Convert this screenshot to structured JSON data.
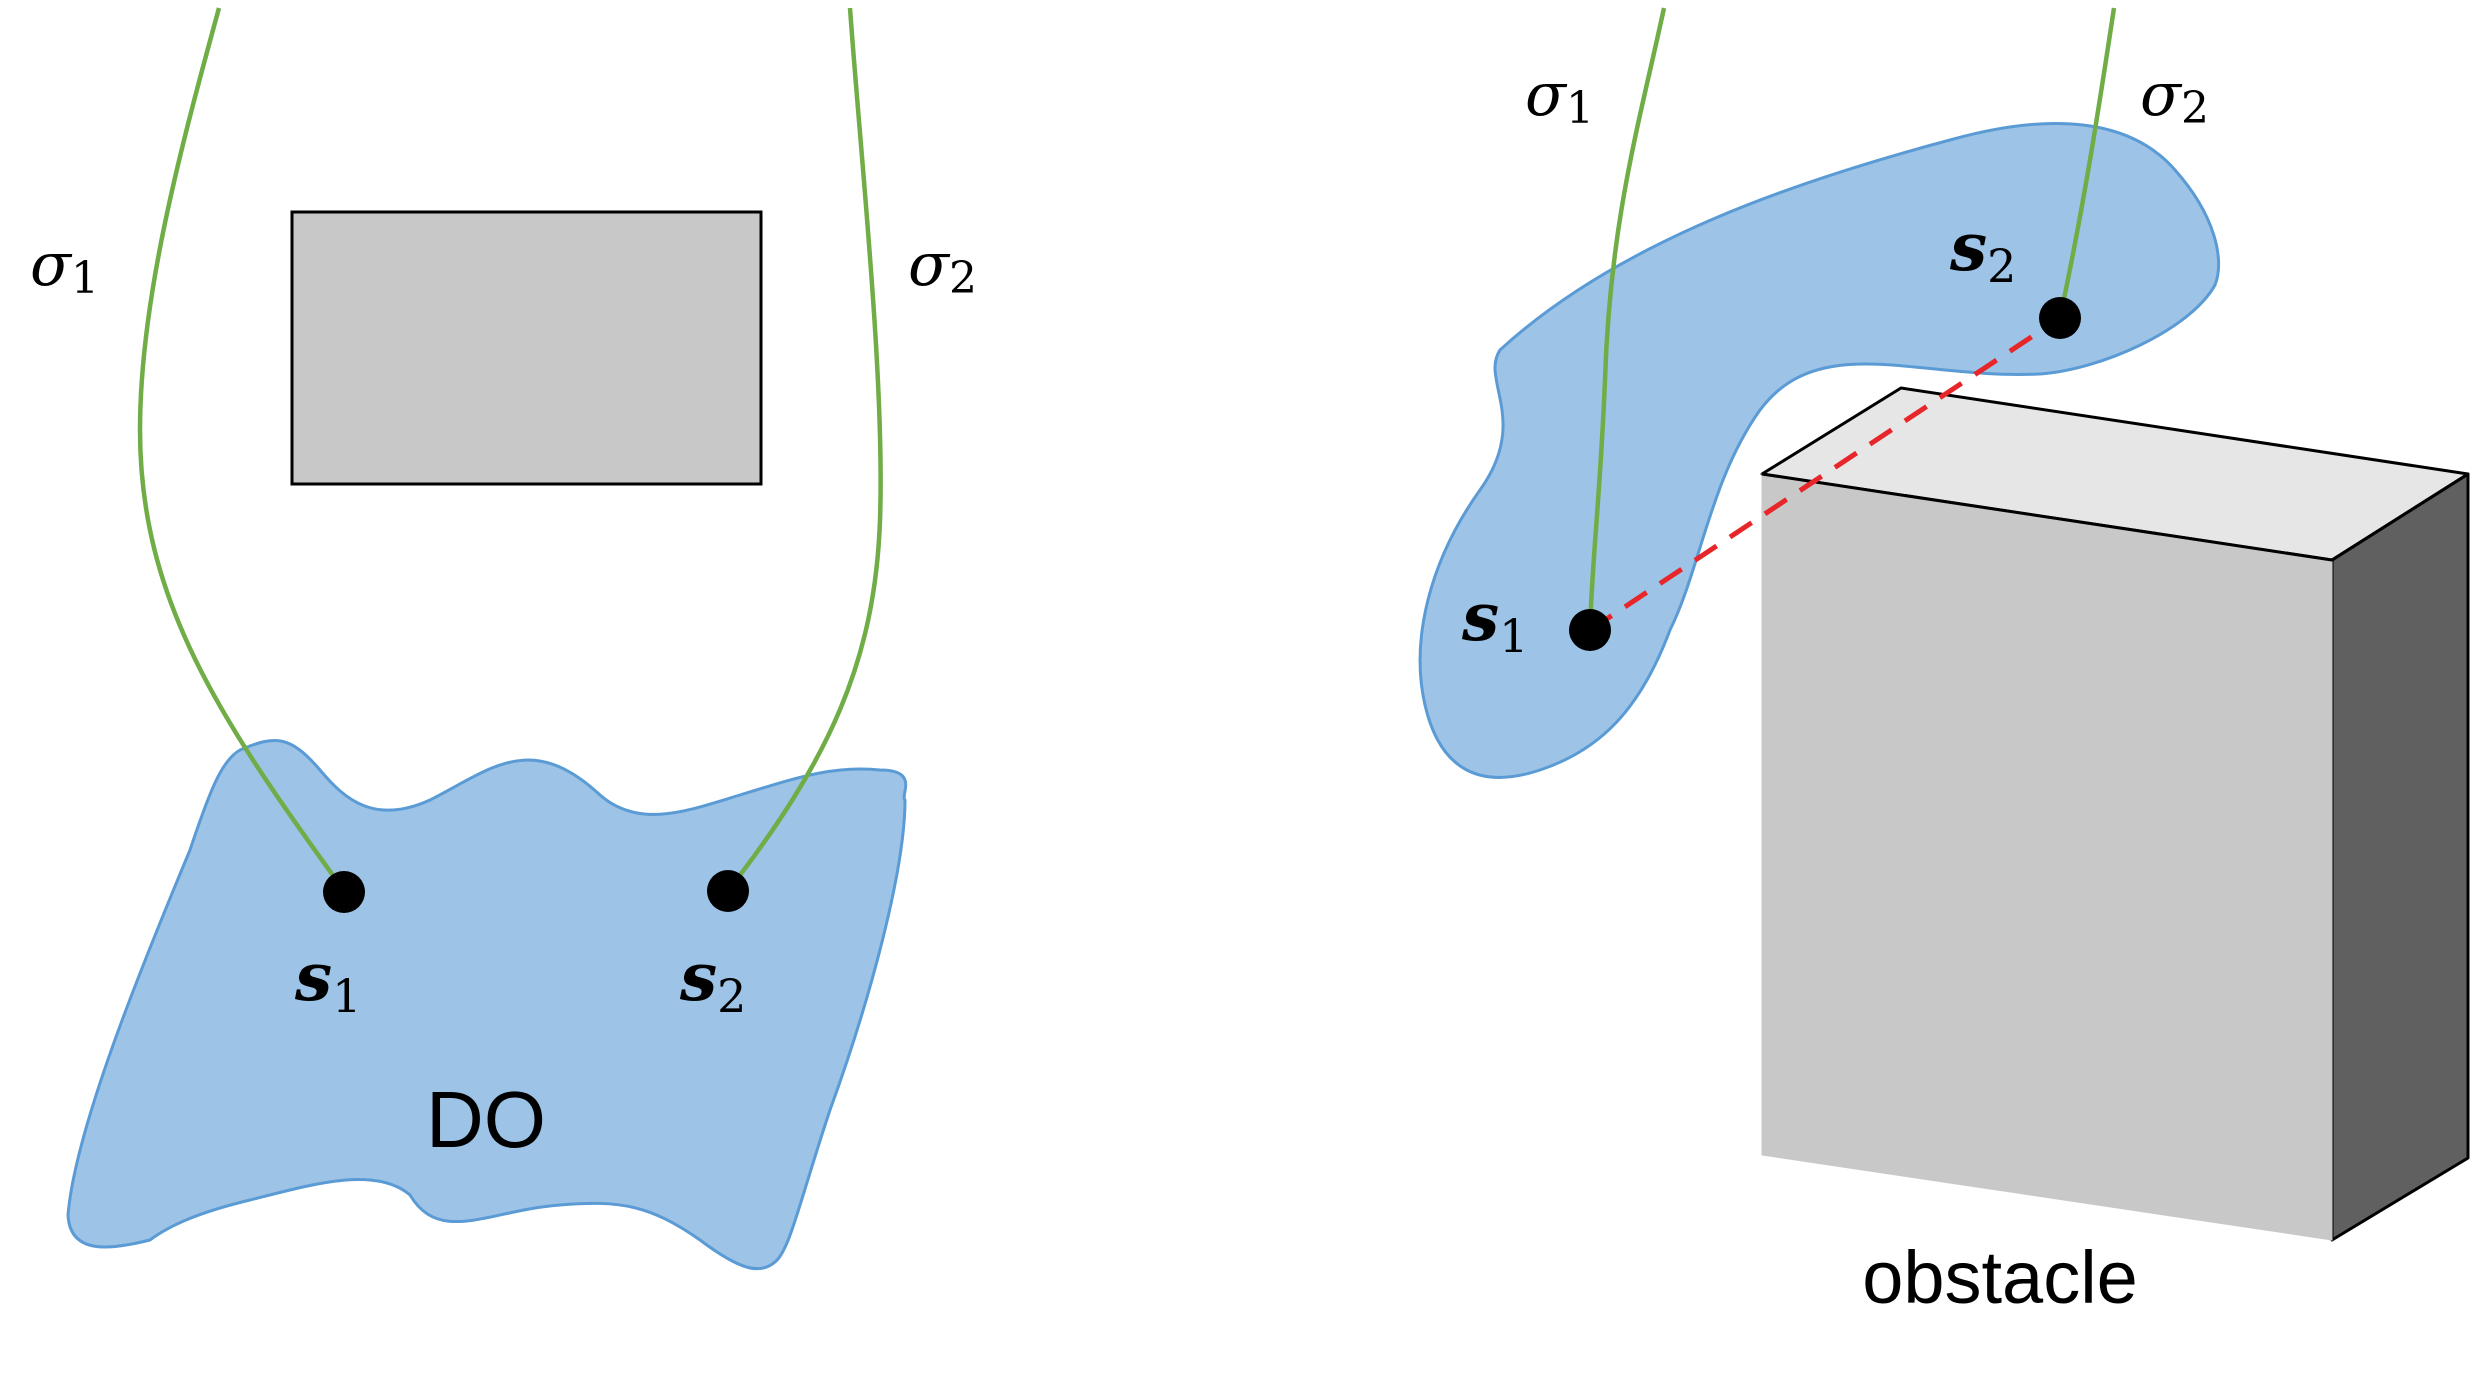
{
  "left_panel": {
    "cable_left": {
      "symbol": "σ",
      "subscript": "1"
    },
    "cable_right": {
      "symbol": "σ",
      "subscript": "2"
    },
    "point_left": {
      "symbol": "s",
      "subscript": "1"
    },
    "point_right": {
      "symbol": "s",
      "subscript": "2"
    },
    "object_label": "DO"
  },
  "right_panel": {
    "cable_left": {
      "symbol": "σ",
      "subscript": "1"
    },
    "cable_right": {
      "symbol": "σ",
      "subscript": "2"
    },
    "point_left": {
      "symbol": "s",
      "subscript": "1"
    },
    "point_right": {
      "symbol": "s",
      "subscript": "2"
    },
    "obstacle_label": "obstacle"
  },
  "colors": {
    "object_fill": "#9dc3e6",
    "object_stroke": "#5b9bd5",
    "cable": "#70ad47",
    "point": "#000000",
    "dashed_line": "#e8262a",
    "obstacle_front": "#c8c8c8",
    "obstacle_top": "#e6e6e6",
    "obstacle_side": "#606060"
  }
}
